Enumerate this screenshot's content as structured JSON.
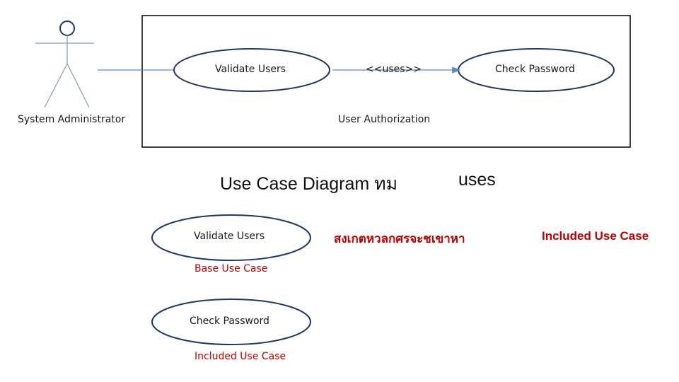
{
  "actor": {
    "name": "System Administrator"
  },
  "system": {
    "name": "User Authorization"
  },
  "top_use_cases": {
    "validate": "Validate Users",
    "check": "Check Password"
  },
  "relation": {
    "label": "<<uses>>"
  },
  "heading": {
    "left": "Use Case Diagram ทม",
    "right": "uses"
  },
  "legend": {
    "base_use_case": "Validate Users",
    "base_caption": "Base Use Case",
    "thai_note": "สงเกตหวลกศรจะชเขาหา",
    "included_title": "Included Use Case",
    "included_use_case": "Check Password",
    "included_caption": "Included Use Case"
  },
  "colors": {
    "outline": "#1f3864",
    "connector": "#5b8bc9",
    "accent_red": "#c00000",
    "system_border": "#000000"
  }
}
